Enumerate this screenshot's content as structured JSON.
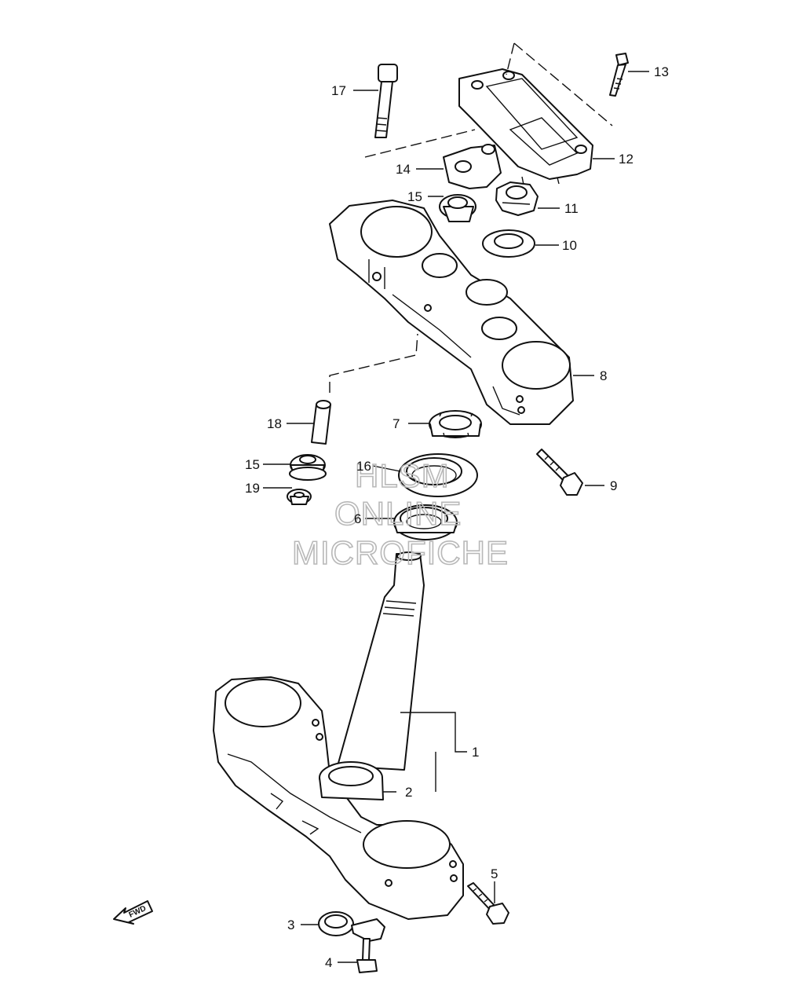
{
  "diagram": {
    "callouts": [
      {
        "id": "c1",
        "label": "1"
      },
      {
        "id": "c2",
        "label": "2"
      },
      {
        "id": "c3",
        "label": "3"
      },
      {
        "id": "c4",
        "label": "4"
      },
      {
        "id": "c5",
        "label": "5"
      },
      {
        "id": "c6",
        "label": "6"
      },
      {
        "id": "c7",
        "label": "7"
      },
      {
        "id": "c8",
        "label": "8"
      },
      {
        "id": "c9",
        "label": "9"
      },
      {
        "id": "c10",
        "label": "10"
      },
      {
        "id": "c11",
        "label": "11"
      },
      {
        "id": "c12",
        "label": "12"
      },
      {
        "id": "c13",
        "label": "13"
      },
      {
        "id": "c14",
        "label": "14"
      },
      {
        "id": "c15a",
        "label": "15"
      },
      {
        "id": "c15b",
        "label": "15"
      },
      {
        "id": "c16",
        "label": "16"
      },
      {
        "id": "c17",
        "label": "17"
      },
      {
        "id": "c18",
        "label": "18"
      },
      {
        "id": "c19",
        "label": "19"
      }
    ],
    "watermark": {
      "line1": "HLSM",
      "line2": "ONLINE",
      "line3": "MICROFICHE"
    },
    "direction_arrow": {
      "text": "FWD",
      "icon": "forward-arrow-icon"
    }
  }
}
